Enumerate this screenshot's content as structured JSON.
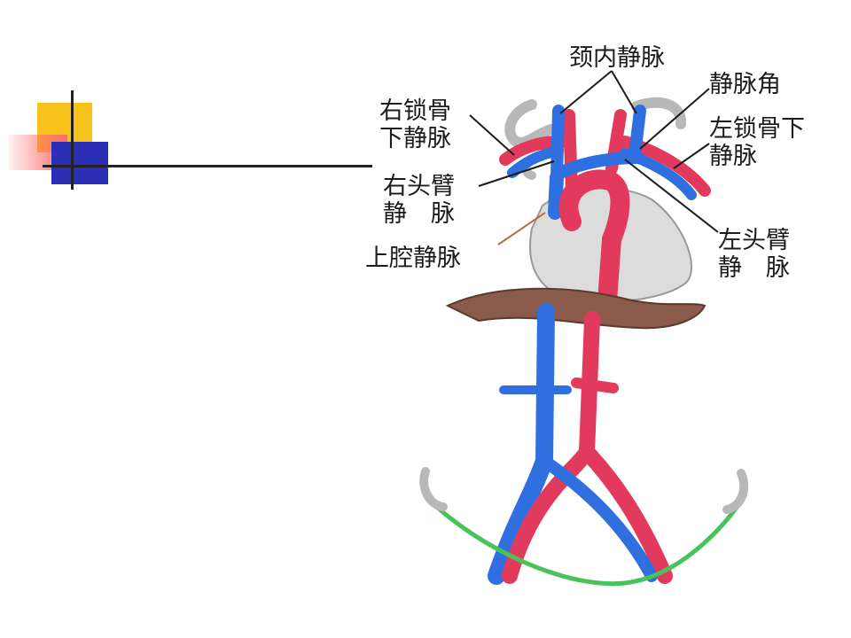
{
  "labels": {
    "jugular_vein": "颈内静脉",
    "venous_angle": "静脉角",
    "right_subclavian": [
      "右锁骨",
      "下静脉"
    ],
    "left_subclavian": [
      "左锁骨下",
      "静脉"
    ],
    "right_brachiocephalic": [
      "右头臂",
      "静　脉"
    ],
    "left_brachiocephalic": [
      "左头臂",
      "静　脉"
    ],
    "superior_vena_cava": "上腔静脉"
  },
  "colors": {
    "vein": "#2f6fe0",
    "artery": "#e23a5c",
    "heart": "#d9d9d9",
    "diaphragm": "#8a5a4a",
    "pelvis_line": "#48c25a",
    "deco_yellow": "#f7c21b",
    "deco_blue": "#2a2fb5",
    "deco_red": "#ff7070"
  }
}
